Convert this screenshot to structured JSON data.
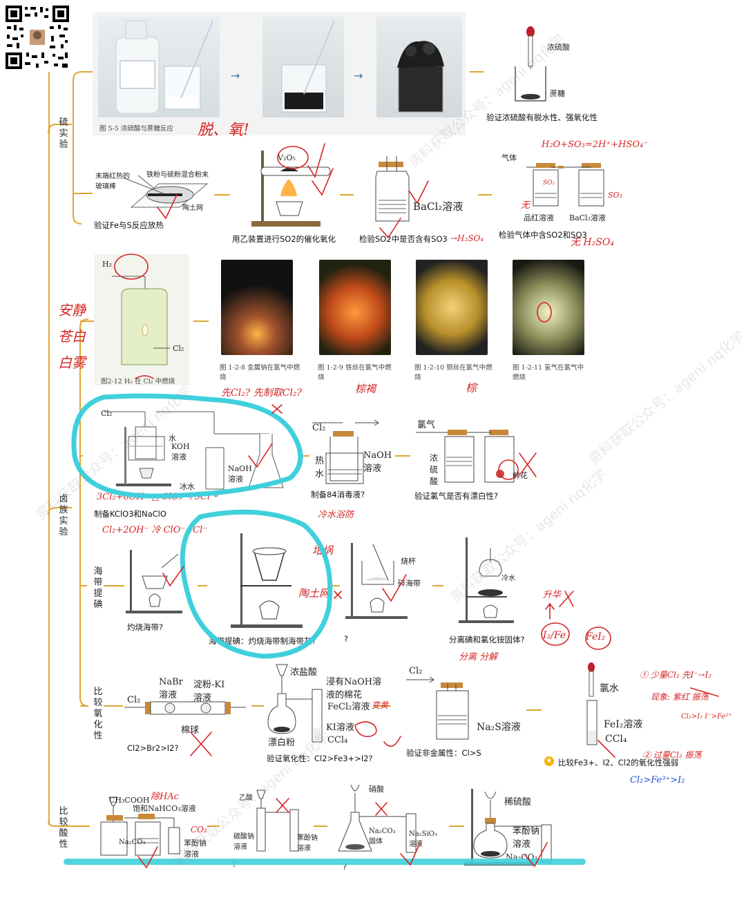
{
  "sections": {
    "sulfur": "硫实验",
    "halogen": "卤族实验",
    "seaweed": "海带提碘",
    "compare_oxidation": "比较氧化性",
    "compare_acidity": "比较酸性"
  },
  "row1": {
    "book_caption": "图 5-5   浓硫酸与蔗糖反应",
    "label_acid": "浓硫酸",
    "label_sugar": "蔗糖",
    "caption": "验证浓硫酸有脱水性、强氧化性",
    "hw_note": "脱、氧!"
  },
  "row2": {
    "fe_s": {
      "label_rod": "末端红热的玻璃棒",
      "label_mix": "铁粉与硫粉混合粉末",
      "label_net": "陶土网",
      "caption": "验证Fe与S反应放热"
    },
    "catalytic": {
      "label_cat": "V₂O₅",
      "caption": "用乙装置进行SO2的催化氧化"
    },
    "so3_check": {
      "label": "BaCl₂溶液",
      "caption": "检验SO2中是否含有SO3",
      "hw": "→H₂SO₄"
    },
    "gas_check": {
      "label_gas": "气体",
      "label_a": "品红溶液",
      "label_b": "BaCl₂溶液",
      "caption": "检验气体中含SO2和SO3",
      "hw_top": "H₂O+SO₃=2H⁺+HSO₄⁻",
      "hw_so2": "SO₂",
      "hw_so3": "SO₃",
      "hw_no": "无",
      "hw_bottom": "无 H₂SO₄"
    }
  },
  "row3": {
    "book_caption": "图2-12   H₂ 在 Cl₂ 中燃烧",
    "label_h2": "H₂",
    "label_cl2": "Cl₂",
    "photos": [
      {
        "caption": "图 1-2-8   金属钠在氯气中燃烧"
      },
      {
        "caption": "图 1-2-9   铁丝在氯气中燃烧",
        "hw": "棕褐"
      },
      {
        "caption": "图 1-2-10   铜丝在氯气中燃烧",
        "hw": "棕"
      },
      {
        "caption": "图 1-2-11   氢气在氯气中燃烧"
      }
    ],
    "hw_left": "安静 苍白 白雾",
    "hw_top": "先Cl₂? 先制取Cl₂?"
  },
  "row4": {
    "kclo3": {
      "label_cl2": "Cl₂",
      "label_water": "水",
      "label_koh": "KOH 溶液",
      "label_naoh": "NaOH 溶液",
      "label_ice": "冰水",
      "label_b": "b",
      "caption": "制备KClO3和NaClO",
      "hw1": "3Cl₂+6OH⁻ △ ClO₃⁻+5Cl⁻",
      "hw2": "Cl₂+2OH⁻ 冷 ClO⁻+Cl⁻"
    },
    "bleach": {
      "label_cl2": "Cl₂",
      "label_hot": "热水",
      "label_naoh": "NaOH 溶液",
      "caption": "制备84消毒液?",
      "hw": "冷水浴防"
    },
    "bleach_test": {
      "label_cl": "氯气",
      "label_acid": "浓硫酸",
      "label_flower": "鲜花",
      "caption": "验证氯气是否有漂白性?"
    }
  },
  "row5": {
    "a": {
      "caption": "灼烧海带?"
    },
    "b": {
      "caption": "海带提碘：灼烧海带制海带灰?",
      "hw1": "坩埚",
      "hw2": "陶土网"
    },
    "c": {
      "label_beaker": "烧杯",
      "label_seaweed": "碎海带",
      "caption": "?"
    },
    "d": {
      "label_cold": "冷水",
      "caption": "分离碘和氯化铵固体?",
      "hw_top": "升华",
      "hw_bottom": "分离 分解",
      "hw_i2fe": "I₂/Fe",
      "hw_fei2": "FeI₂"
    }
  },
  "row6": {
    "tube": {
      "label_nabr": "NaBr溶液",
      "label_ki": "淀粉-KI溶液",
      "label_cl2": "Cl₂",
      "label_cotton": "棉球",
      "caption": "Cl2>Br2>I2?"
    },
    "flask": {
      "label_hcl": "浓盐酸",
      "label_naoh": "浸有NaOH溶液的棉花",
      "label_fecl2": "FeCl₂溶液",
      "label_ki": "KI溶液",
      "label_ccl4": "CCl₄",
      "label_bleach": "漂白粉",
      "caption": "验证氧化性：Cl2>Fe3+>I2?",
      "hw": "变黄"
    },
    "na2s": {
      "label_cl2": "Cl₂",
      "label": "Na₂S溶液",
      "caption": "验证非金属性：Cl>S"
    },
    "fei2": {
      "label_cl": "氯水",
      "label_fei2": "FeI₂溶液",
      "label_ccl4": "CCl₄",
      "caption": "比较Fe3+、I2、Cl2的氧化性强弱",
      "hw1": "① 少量Cl₂ 先I⁻→I₂",
      "hw2": "现象: 紫红 振荡",
      "hw3": "Cl₂>I₂  I⁻>Fe²⁺",
      "hw4": "② 过量Cl₂ 振荡",
      "hw5": "Cl₂>Fe³⁺>I₂"
    }
  },
  "row7": {
    "a": {
      "label_acid": "CH₃COOH",
      "label_nahco3": "饱和NaHCO₃溶液",
      "label_na2co3": "Na₂CO₃",
      "label_phenol": "苯酚钠溶液",
      "hw_top": "除HAc",
      "hw_co2": "CO₂",
      "caption": "?"
    },
    "b": {
      "label_acid": "乙酸",
      "label_salt": "碳酸钠溶液",
      "label_phenol": "苯酚钠溶液",
      "caption": "?"
    },
    "c": {
      "label_acid": "硝酸",
      "label_solid": "Na₂CO₃固体",
      "label_sol": "Na₂SiO₃溶液"
    },
    "d": {
      "label_acid": "稀硫酸",
      "label_phenol": "苯酚钠溶液",
      "label_salt": "Na₂CO₃"
    }
  },
  "watermark": "资料获取公众号：ageni nq化学",
  "colors": {
    "timeline": "#e0a430",
    "ink": "#d42424",
    "highlight": "#3fd0dc"
  }
}
